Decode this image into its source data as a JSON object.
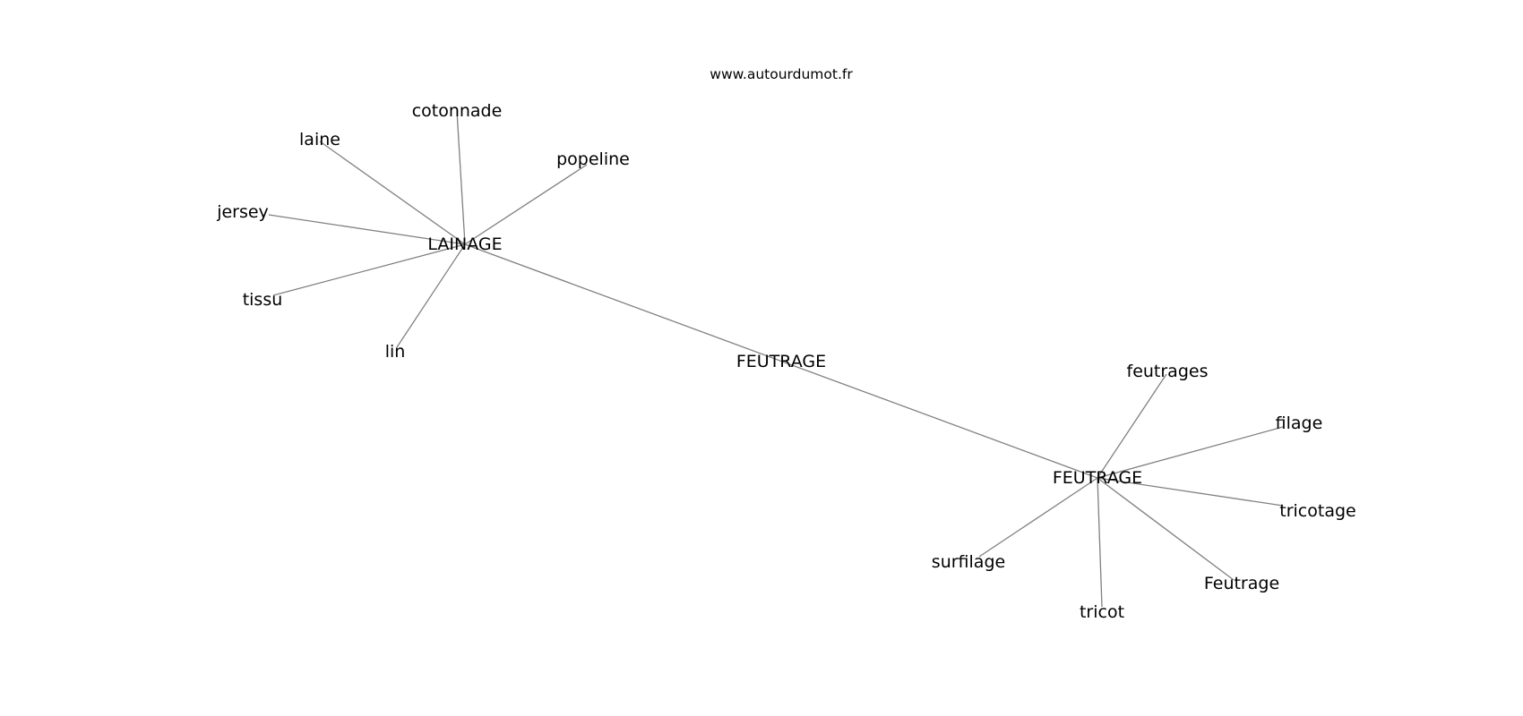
{
  "source_text": "www.autourdumot.fr",
  "colors": {
    "edge": "#808080",
    "text": "#000000",
    "background": "#ffffff"
  },
  "nodes": [
    {
      "id": "center",
      "label": "FEUTRAGE"
    },
    {
      "id": "lainage",
      "label": "LAINAGE"
    },
    {
      "id": "feutrage_hub",
      "label": "FEUTRAGE"
    },
    {
      "id": "cotonnade",
      "label": "cotonnade"
    },
    {
      "id": "laine",
      "label": "laine"
    },
    {
      "id": "popeline",
      "label": "popeline"
    },
    {
      "id": "jersey",
      "label": "jersey"
    },
    {
      "id": "tissu",
      "label": "tissu"
    },
    {
      "id": "lin",
      "label": "lin"
    },
    {
      "id": "feutrages",
      "label": "feutrages"
    },
    {
      "id": "filage",
      "label": "filage"
    },
    {
      "id": "tricotage",
      "label": "tricotage"
    },
    {
      "id": "surfilage",
      "label": "surfilage"
    },
    {
      "id": "feutrage_cap",
      "label": "Feutrage"
    },
    {
      "id": "tricot",
      "label": "tricot"
    }
  ],
  "edges": [
    {
      "from": "lainage",
      "to": "feutrage_hub"
    },
    {
      "from": "lainage",
      "to": "cotonnade"
    },
    {
      "from": "lainage",
      "to": "laine"
    },
    {
      "from": "lainage",
      "to": "popeline"
    },
    {
      "from": "lainage",
      "to": "jersey"
    },
    {
      "from": "lainage",
      "to": "tissu"
    },
    {
      "from": "lainage",
      "to": "lin"
    },
    {
      "from": "feutrage_hub",
      "to": "feutrages"
    },
    {
      "from": "feutrage_hub",
      "to": "filage"
    },
    {
      "from": "feutrage_hub",
      "to": "tricotage"
    },
    {
      "from": "feutrage_hub",
      "to": "surfilage"
    },
    {
      "from": "feutrage_hub",
      "to": "feutrage_cap"
    },
    {
      "from": "feutrage_hub",
      "to": "tricot"
    }
  ]
}
